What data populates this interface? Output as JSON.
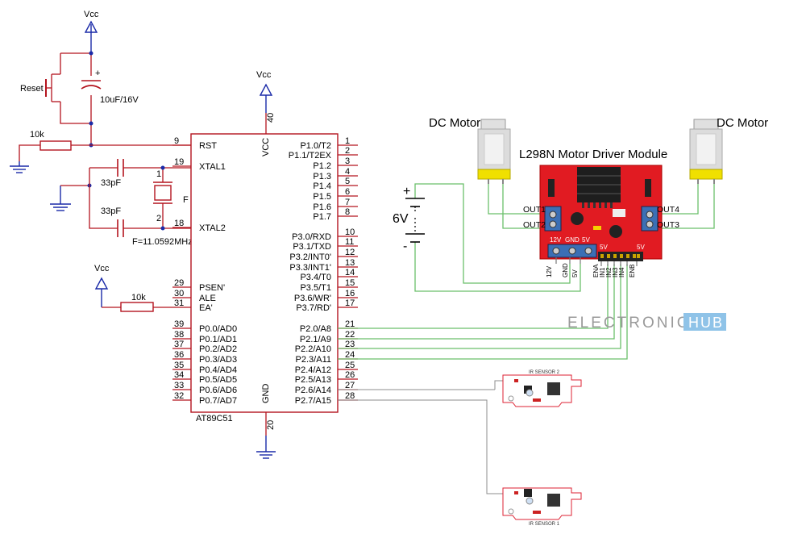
{
  "power": {
    "vcc": "Vcc"
  },
  "reset": {
    "label": "Reset",
    "cap": "10uF/16V",
    "cap_polarity": "+",
    "resistor": "10k"
  },
  "crystal": {
    "c1": "33pF",
    "c2": "33pF",
    "label": "F",
    "freq": "F=11.0592MHz",
    "pin1": "1",
    "pin2": "2"
  },
  "ea_resistor": "10k",
  "mcu": {
    "name": "AT89C51",
    "vcc_label": "VCC",
    "vcc_pin": "40",
    "gnd_label": "GND",
    "gnd_pin": "20",
    "left_pins": [
      {
        "num": "9",
        "name": "RST"
      },
      {
        "num": "19",
        "name": "XTAL1"
      },
      {
        "num": "18",
        "name": "XTAL2"
      },
      {
        "num": "29",
        "name": "PSEN'"
      },
      {
        "num": "30",
        "name": "ALE"
      },
      {
        "num": "31",
        "name": "EA'"
      },
      {
        "num": "39",
        "name": "P0.0/AD0"
      },
      {
        "num": "38",
        "name": "P0.1/AD1"
      },
      {
        "num": "37",
        "name": "P0.2/AD2"
      },
      {
        "num": "36",
        "name": "P0.3/AD3"
      },
      {
        "num": "35",
        "name": "P0.4/AD4"
      },
      {
        "num": "34",
        "name": "P0.5/AD5"
      },
      {
        "num": "33",
        "name": "P0.6/AD6"
      },
      {
        "num": "32",
        "name": "P0.7/AD7"
      }
    ],
    "right_pins": [
      {
        "num": "1",
        "name": "P1.0/T2"
      },
      {
        "num": "2",
        "name": "P1.1/T2EX"
      },
      {
        "num": "3",
        "name": "P1.2"
      },
      {
        "num": "4",
        "name": "P1.3"
      },
      {
        "num": "5",
        "name": "P1.4"
      },
      {
        "num": "6",
        "name": "P1.5"
      },
      {
        "num": "7",
        "name": "P1.6"
      },
      {
        "num": "8",
        "name": "P1.7"
      },
      {
        "num": "10",
        "name": "P3.0/RXD"
      },
      {
        "num": "11",
        "name": "P3.1/TXD"
      },
      {
        "num": "12",
        "name": "P3.2/INT0'"
      },
      {
        "num": "13",
        "name": "P3.3/INT1'"
      },
      {
        "num": "14",
        "name": "P3.4/T0"
      },
      {
        "num": "15",
        "name": "P3.5/T1"
      },
      {
        "num": "16",
        "name": "P3.6/WR'"
      },
      {
        "num": "17",
        "name": "P3.7/RD'"
      },
      {
        "num": "21",
        "name": "P2.0/A8"
      },
      {
        "num": "22",
        "name": "P2.1/A9"
      },
      {
        "num": "23",
        "name": "P2.2/A10"
      },
      {
        "num": "24",
        "name": "P2.3/A11"
      },
      {
        "num": "25",
        "name": "P2.4/A12"
      },
      {
        "num": "26",
        "name": "P2.5/A13"
      },
      {
        "num": "27",
        "name": "P2.6/A14"
      },
      {
        "num": "28",
        "name": "P2.7/A15"
      }
    ]
  },
  "motors": {
    "left": "DC Motor",
    "right": "DC Motor"
  },
  "driver": {
    "title": "L298N Motor Driver Module",
    "out1": "OUT1",
    "out2": "OUT2",
    "out3": "OUT3",
    "out4": "OUT4",
    "top_terms": [
      "12V",
      "GND",
      "5V"
    ],
    "top_5v_right": "5V",
    "bottom_labels": [
      "12V",
      "GND",
      "5V",
      "ENA",
      "IN1",
      "IN2",
      "IN3",
      "IN4",
      "ENB"
    ]
  },
  "battery": {
    "label": "6V",
    "plus": "+",
    "minus": "-"
  },
  "watermark": {
    "text": "ELECTRONICS",
    "badge": "HUB"
  },
  "sensors": {
    "s2": "IR SENSOR 2",
    "s1": "IR SENSOR 1"
  }
}
